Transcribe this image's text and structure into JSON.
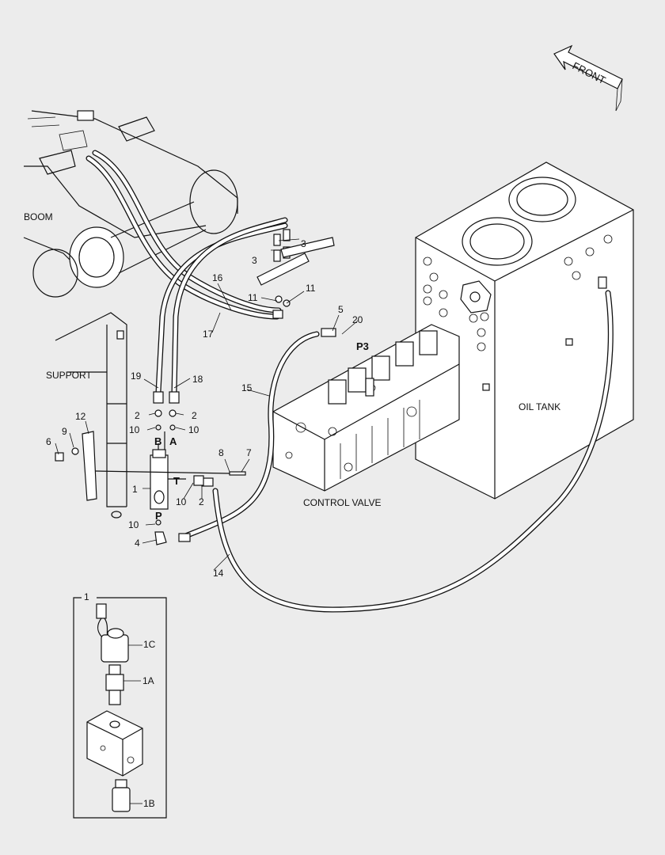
{
  "diagram": {
    "direction_arrow": "FRONT",
    "components": {
      "boom": "BOOM",
      "support": "SUPPORT",
      "oil_tank": "OIL TANK",
      "control_valve": "CONTROL VALVE"
    },
    "ports": {
      "a": "A",
      "b": "B",
      "p": "P",
      "t": "T",
      "p3": "P3"
    },
    "part_numbers": {
      "n1": "1",
      "n2": "2",
      "n3": "3",
      "n4": "4",
      "n5": "5",
      "n6": "6",
      "n7": "7",
      "n8": "8",
      "n9": "9",
      "n10": "10",
      "n11": "11",
      "n12": "12",
      "n14": "14",
      "n15": "15",
      "n16": "16",
      "n17": "17",
      "n18": "18",
      "n19": "19",
      "n20": "20"
    },
    "detail": {
      "title": "1",
      "part_1a": "1A",
      "part_1b": "1B",
      "part_1c": "1C"
    }
  }
}
